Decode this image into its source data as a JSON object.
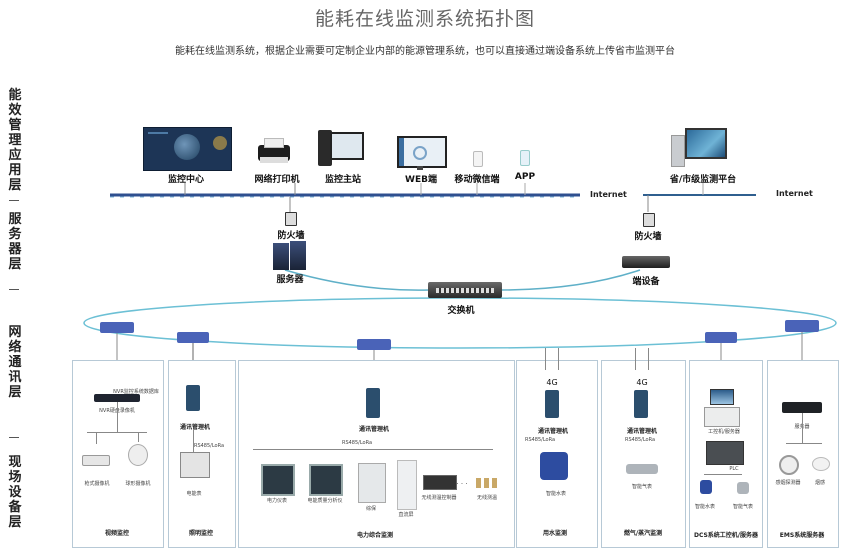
{
  "title": "能耗在线监测系统拓扑图",
  "subtitle": "能耗在线监测系统，根据企业需要可定制企业内部的能源管理系统，也可以直接通过端设备系统上传省市监测平台",
  "layers": [
    "能效管理应用层",
    "服务器层",
    "网络通讯层",
    "现场设备层"
  ],
  "application": {
    "items": [
      {
        "label": "监控中心",
        "icon": "monitor-wall-icon"
      },
      {
        "label": "网络打印机",
        "icon": "printer-icon"
      },
      {
        "label": "监控主站",
        "icon": "workstation-icon"
      },
      {
        "label": "WEB端",
        "icon": "web-monitor-icon"
      },
      {
        "label": "移动微信端",
        "icon": "mobile-wechat-icon"
      },
      {
        "label": "APP",
        "icon": "app-icon"
      }
    ],
    "province": {
      "label": "省/市级监测平台",
      "icon": "desktop-computer-icon"
    },
    "internet_left": "Internet",
    "internet_right": "Internet"
  },
  "server": {
    "firewall_left": "防火墙",
    "firewall_right": "防火墙",
    "server": "服务器",
    "end_device": "端设备",
    "switch": "交换机"
  },
  "field": {
    "video": {
      "title": "视频监控",
      "nvr_db": "NVR监控系统数据库",
      "nvr": "NVR硬盘录像机",
      "cam1": "枪式摄像机",
      "cam2": "球形摄像机"
    },
    "lighting": {
      "title": "照明监控",
      "gateway": "通讯管理机",
      "bus": "RS485/LoRa",
      "meter": "电能表"
    },
    "power": {
      "title": "电力综合监测",
      "gateway": "通讯管理机",
      "bus": "RS485/LoRa",
      "devices": [
        "电力仪表",
        "电能质量分析仪",
        "综保",
        "直流屏",
        "无线测温控制器",
        "无线测温"
      ],
      "ellipsis": "· · ·"
    },
    "water": {
      "title": "用水监测",
      "net": "4G",
      "gateway": "通讯管理机",
      "bus": "RS485/LoRa",
      "meter": "智能水表"
    },
    "gas": {
      "title": "燃气/蒸汽监测",
      "net": "4G",
      "gateway": "通讯管理机",
      "bus": "RS485/LoRa",
      "meter": "智能气表"
    },
    "dcs": {
      "title": "DCS系统工控机/服务器",
      "ipc": "工控机/服务器",
      "plc": "PLC",
      "dev1": "智能水表",
      "dev2": "智能气表"
    },
    "ems": {
      "title": "EMS系统服务器",
      "server": "服务器",
      "dev1": "感烟探测器",
      "dev2": "烟感"
    }
  }
}
